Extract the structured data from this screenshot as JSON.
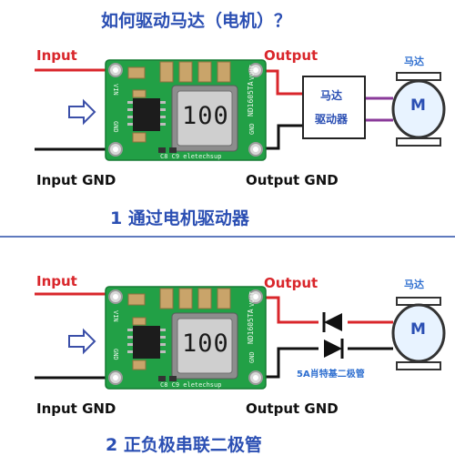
{
  "title": "如何驱动马达（电机）？",
  "diagram1": {
    "input": "Input",
    "output": "Output",
    "input_gnd": "Input GND",
    "output_gnd": "Output GND",
    "driver_line1": "马达",
    "driver_line2": "驱动器",
    "motor_top_label": "马达",
    "motor_letter": "M",
    "inductor_value": "100",
    "pcb_vin": "VIN",
    "pcb_gnd_left": "GND",
    "pcb_vout": "VOUT",
    "pcb_gnd_right": "GND",
    "pcb_model": "ND1605TA",
    "pcb_brand": "C8 C9  eletechsup",
    "caption": "1 通过电机驱动器"
  },
  "diagram2": {
    "input": "Input",
    "output": "Output",
    "input_gnd": "Input GND",
    "output_gnd": "Output GND",
    "motor_top_label": "马达",
    "motor_letter": "M",
    "diode_label": "5A肖特基二极管",
    "inductor_value": "100",
    "pcb_vin": "VIN",
    "pcb_gnd_left": "GND",
    "pcb_vout": "VOUT",
    "pcb_gnd_right": "GND",
    "pcb_model": "ND1605TA",
    "pcb_brand": "C8 C9  eletechsup",
    "caption": "2 正负极串联二极管"
  },
  "colors": {
    "title_blue": "#2b4fb3",
    "wire_red": "#d9262b",
    "wire_purple": "#8a3a9a",
    "pcb_green": "#22a046",
    "divider_blue": "#2a4fa8"
  }
}
